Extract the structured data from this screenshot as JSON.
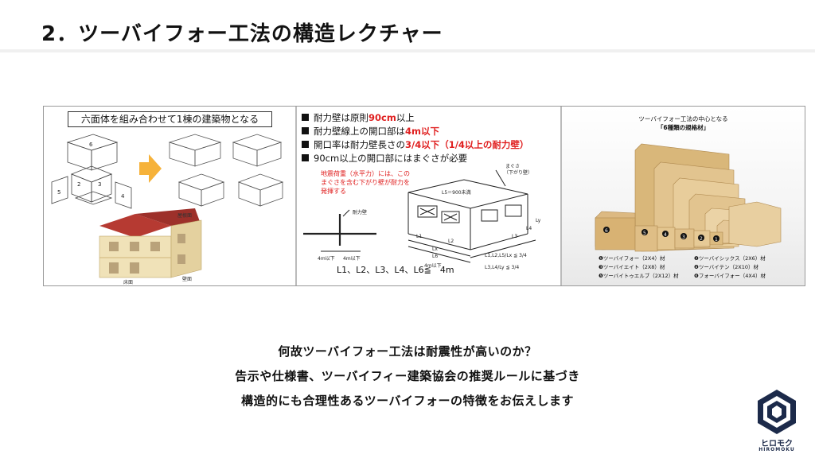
{
  "slide": {
    "title": "2．ツーバイフォー工法の構造レクチャー"
  },
  "panel_left": {
    "caption": "六面体を組み合わせて1棟の建築物となる",
    "labels": {
      "roof": "屋根面",
      "floor": "床面",
      "wall": "壁面"
    },
    "box_numbers": [
      "6",
      "2",
      "3",
      "5",
      "4"
    ]
  },
  "panel_middle": {
    "bullets": [
      {
        "pre": "耐力壁は原則",
        "em": "90cm",
        "post": "以上"
      },
      {
        "pre": "耐力壁線上の開口部は",
        "em": "4m以下",
        "post": ""
      },
      {
        "pre": "開口率は耐力壁長さの",
        "em": "3/4以下（1/4以上の耐力壁）",
        "post": ""
      },
      {
        "pre": "90cm以上の開口部にはまぐさが必要",
        "em": "",
        "post": ""
      }
    ],
    "note_lines": [
      "地震荷重（水平力）には、この",
      "まぐさを含む下がり壁が耐力を",
      "発揮する"
    ],
    "labels": {
      "bearing_wall": "耐力壁",
      "under_4m_a": "4m以下",
      "under_4m_b": "4m以下",
      "magusa": "まぐさ",
      "hanging_wall": "（下がり壁）",
      "l5": "L5＝900未満",
      "l1": "L1",
      "l2": "L2",
      "lx": "Lx",
      "l6": "L6",
      "under_4m_c": "4m以下",
      "l3": "L3",
      "l4": "L4",
      "ly": "Ly",
      "frac1_num": "L1,L2,L5",
      "frac1_den": "Lx",
      "frac2_num": "L3,L4",
      "frac2_den": "Ly",
      "le": "≦",
      "three": "3",
      "four": "4"
    },
    "formula": "L1、L2、L3、L4、L6≦　4m"
  },
  "panel_right": {
    "heading_line1": "ツーバイフォー工法の中心となる",
    "heading_line2": "「6種類の規格材」",
    "lumber_numbers": [
      "6",
      "5",
      "4",
      "3",
      "2",
      "1"
    ],
    "legend": [
      "❶ツーバイフォー（2X4）材",
      "❷ツーバイシックス（2X6）材",
      "❸ツーバイエイト（2X8）材",
      "❹ツーバイテン（2X10）材",
      "❺ツーバイトゥエルブ（2X12）材",
      "❻フォーバイフォー（4X4）材"
    ]
  },
  "message": {
    "line1": "何故ツーバイフォー工法は耐震性が高いのか？",
    "line2": "告示や仕様書、ツーバイフィー建築協会の推奨ルールに基づき",
    "line3": "構造的にも合理性あるツーバイフォーの特徴をお伝えします"
  },
  "logo": {
    "jp": "ヒロモク",
    "en": "HIROMOKU"
  },
  "colors": {
    "accent_red": "#e02020",
    "arrow_orange": "#f6b23a",
    "roof_red": "#b63a32",
    "logo_navy": "#1c2a4a",
    "wood": "#e2c48f"
  }
}
